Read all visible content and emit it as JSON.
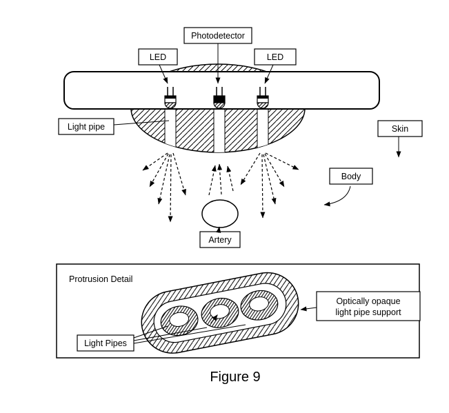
{
  "figure_caption": "Figure 9",
  "colors": {
    "ink": "#000000",
    "paper": "#ffffff"
  },
  "top_diagram": {
    "photodetector_label": "Photodetector",
    "led_left_label": "LED",
    "led_right_label": "LED",
    "light_pipe_label": "Light pipe",
    "skin_label": "Skin",
    "body_label": "Body",
    "artery_label": "Artery"
  },
  "detail_inset": {
    "title": "Protrusion Detail",
    "support_label_line1": "Optically opaque",
    "support_label_line2": "light pipe support",
    "light_pipes_label": "Light Pipes"
  }
}
